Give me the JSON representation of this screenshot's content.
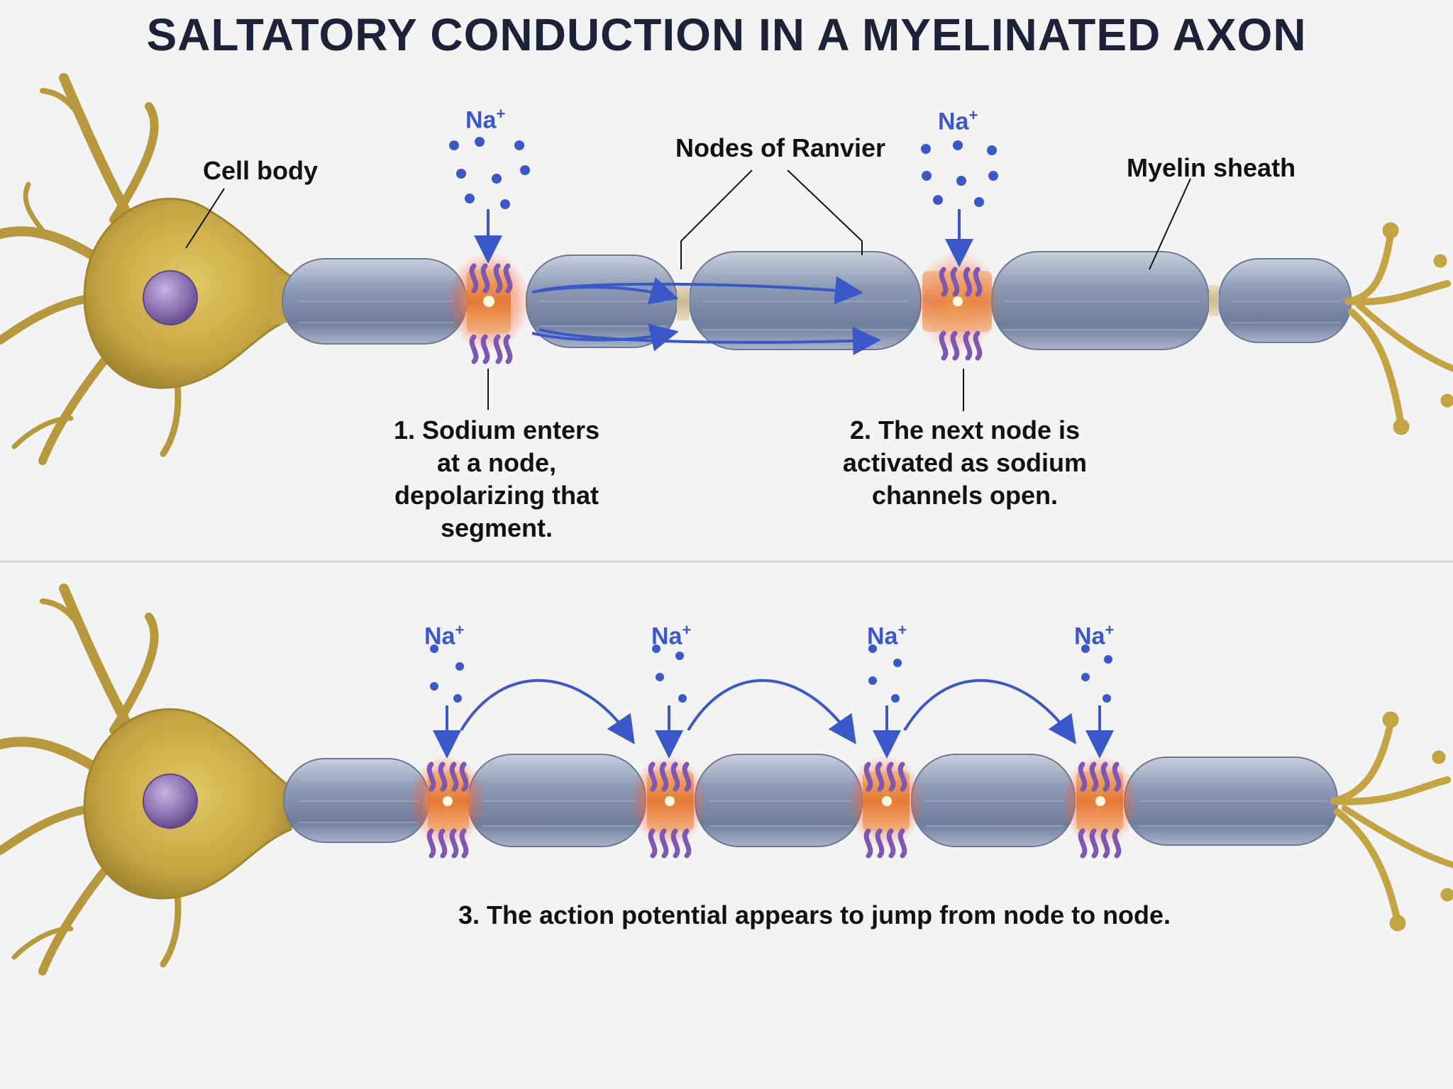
{
  "title": "SALTATORY CONDUCTION IN A MYELINATED AXON",
  "labels": {
    "cell_body": "Cell body",
    "nodes_of_ranvier": "Nodes of Ranvier",
    "myelin_sheath": "Myelin sheath",
    "step1": [
      "1. Sodium enters",
      "at a node,",
      "depolarizing that",
      "segment."
    ],
    "step2": [
      "2. The next node is",
      "activated as sodium",
      "channels open."
    ],
    "step3": "3. The action potential appears to jump from node to node."
  },
  "ion": {
    "symbol": "Na",
    "charge": "+"
  },
  "colors": {
    "title": "#1c2338",
    "sodium_arrow": "#3a58c8",
    "myelin": "#7f8eab",
    "cell_body": "#c9ab4a",
    "nucleus": "#8d70b2",
    "node_glow": "#ff6a2a",
    "channel": "#7d57b0"
  }
}
